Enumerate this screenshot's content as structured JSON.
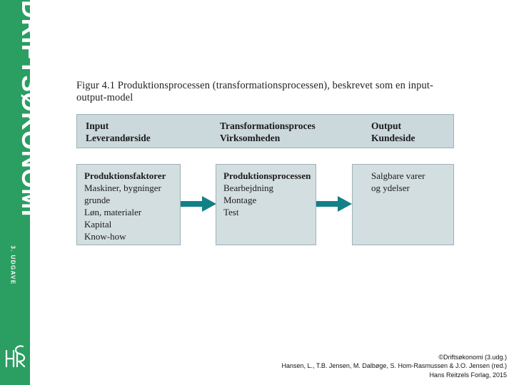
{
  "colors": {
    "spine_green": "#2b9e62",
    "band_fill": "#ccd9dc",
    "box_fill": "#d3dee0",
    "box_border": "#9bb2b8",
    "arrow_teal": "#128087",
    "text": "#1b1b1b"
  },
  "spine": {
    "title": "DRIFTSØKONOMI",
    "edition": "3. UDGAVE",
    "logo_alt": "HR"
  },
  "figure": {
    "title": "Figur 4.1 Produktionsprocessen (transformationsprocessen), beskrevet som en input-output-model",
    "header_columns": [
      {
        "line1": "Input",
        "line2": "Leverandørside"
      },
      {
        "line1": "Transformationsproces",
        "line2": "Virksomheden"
      },
      {
        "line1": "Output",
        "line2": "Kundeside"
      }
    ],
    "boxes": [
      {
        "heading": "Produktionsfaktorer",
        "lines": [
          "Maskiner, bygninger",
          "grunde",
          "Løn, materialer",
          "Kapital",
          "Know-how"
        ]
      },
      {
        "heading": "Produktionsprocessen",
        "lines": [
          "Bearbejdning",
          "Montage",
          "Test"
        ]
      },
      {
        "heading": "",
        "lines": [
          "Salgbare varer",
          "og ydelser"
        ]
      }
    ],
    "arrows": [
      "arrow-right-1",
      "arrow-right-2"
    ]
  },
  "footer": {
    "line1": "©Driftsøkonomi (3.udg.)",
    "line2": "Hansen, L., T.B. Jensen, M. Dalbøge, S. Hom-Rasmussen & J.O. Jensen (red.)",
    "line3": "Hans Reitzels Forlag, 2015"
  }
}
